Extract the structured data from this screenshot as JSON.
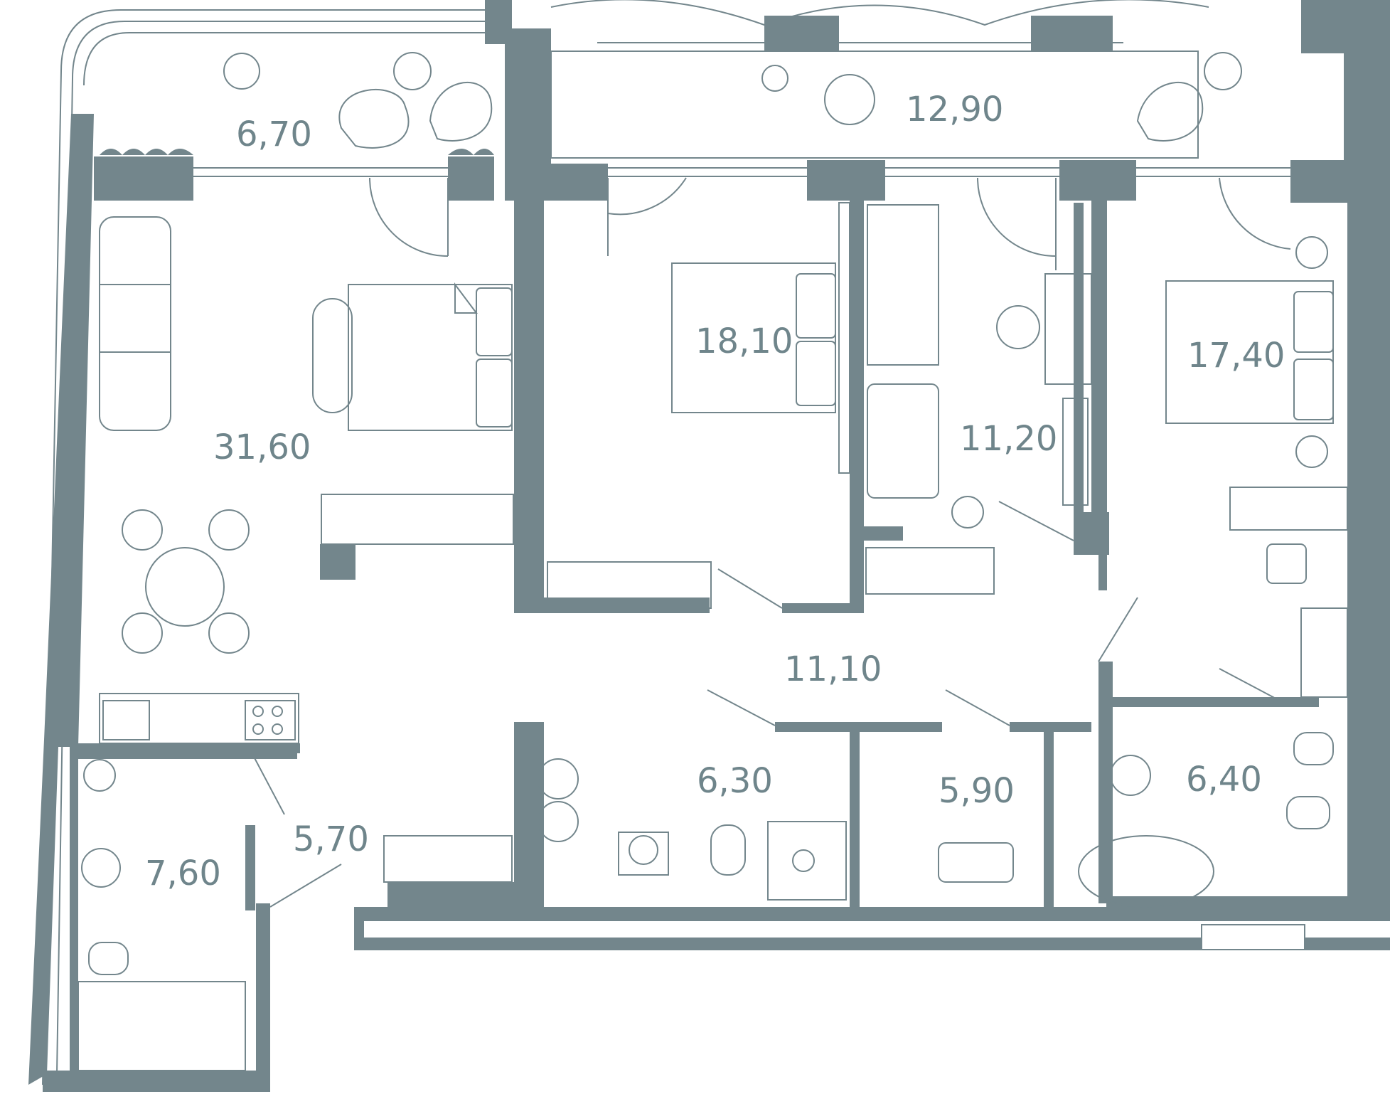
{
  "plan": {
    "wall_color": "#73868c",
    "line_color": "#73868c",
    "background": "#ffffff",
    "rooms": [
      {
        "id": "balcony-left",
        "area": "6,70"
      },
      {
        "id": "balcony-right",
        "area": "12,90"
      },
      {
        "id": "living-room",
        "area": "31,60"
      },
      {
        "id": "bedroom-1",
        "area": "18,10"
      },
      {
        "id": "study",
        "area": "11,20"
      },
      {
        "id": "bedroom-2",
        "area": "17,40"
      },
      {
        "id": "hall",
        "area": "11,10"
      },
      {
        "id": "bathroom-1",
        "area": "6,30"
      },
      {
        "id": "wardrobe",
        "area": "5,90"
      },
      {
        "id": "bathroom-2",
        "area": "6,40"
      },
      {
        "id": "corridor",
        "area": "5,70"
      },
      {
        "id": "bathroom-3",
        "area": "7,60"
      }
    ]
  }
}
